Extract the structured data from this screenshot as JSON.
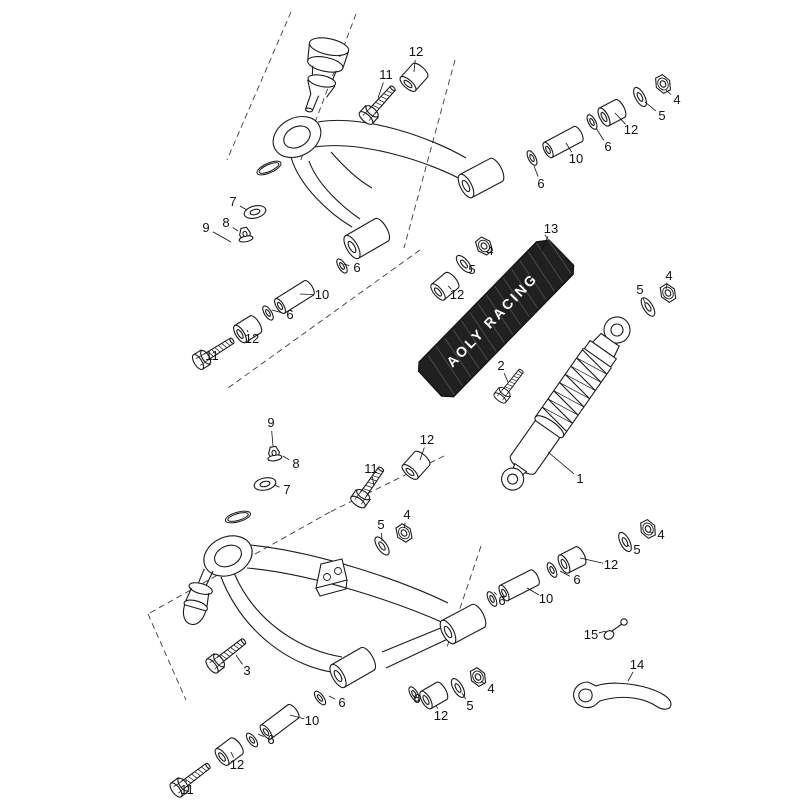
{
  "diagram": {
    "background": "#ffffff",
    "ink": "#1a1a1a",
    "cover_fill": "#202020",
    "brand_text": "AOLY RACING",
    "callouts": [
      {
        "n": "11",
        "t": [
          386,
          75
        ],
        "l": [
          378,
          98
        ]
      },
      {
        "n": "12",
        "t": [
          416,
          52
        ],
        "l": [
          414,
          72
        ]
      },
      {
        "n": "6",
        "t": [
          541,
          184
        ],
        "l": [
          534,
          166
        ]
      },
      {
        "n": "10",
        "t": [
          576,
          159
        ],
        "l": [
          566,
          143
        ]
      },
      {
        "n": "6",
        "t": [
          608,
          147
        ],
        "l": [
          596,
          128
        ]
      },
      {
        "n": "12",
        "t": [
          631,
          130
        ],
        "l": [
          615,
          113
        ]
      },
      {
        "n": "5",
        "t": [
          662,
          116
        ],
        "l": [
          645,
          102
        ]
      },
      {
        "n": "4",
        "t": [
          677,
          100
        ],
        "l": [
          666,
          90
        ]
      },
      {
        "n": "11",
        "t": [
          212,
          356
        ],
        "l": [
          208,
          349
        ]
      },
      {
        "n": "12",
        "t": [
          252,
          339
        ],
        "l": [
          247,
          330
        ]
      },
      {
        "n": "6",
        "t": [
          290,
          315
        ],
        "l": [
          272,
          310
        ]
      },
      {
        "n": "10",
        "t": [
          322,
          295
        ],
        "l": [
          300,
          294
        ]
      },
      {
        "n": "6",
        "t": [
          357,
          268
        ],
        "l": [
          344,
          264
        ]
      },
      {
        "n": "12",
        "t": [
          457,
          295
        ],
        "l": [
          448,
          286
        ]
      },
      {
        "n": "5",
        "t": [
          472,
          270
        ],
        "l": [
          466,
          262
        ]
      },
      {
        "n": "4",
        "t": [
          490,
          251
        ],
        "l": [
          486,
          246
        ]
      },
      {
        "n": "7",
        "t": [
          233,
          202
        ],
        "l": [
          247,
          210
        ]
      },
      {
        "n": "8",
        "t": [
          226,
          223
        ],
        "l": [
          238,
          231
        ]
      },
      {
        "n": "9",
        "t": [
          206,
          228
        ],
        "l": [
          231,
          242
        ]
      },
      {
        "n": "13",
        "t": [
          551,
          229
        ],
        "l": [
          541,
          252
        ]
      },
      {
        "n": "2",
        "t": [
          501,
          366
        ],
        "l": [
          508,
          382
        ]
      },
      {
        "n": "5",
        "t": [
          640,
          290
        ],
        "l": [
          645,
          303
        ]
      },
      {
        "n": "4",
        "t": [
          669,
          276
        ],
        "l": [
          666,
          289
        ]
      },
      {
        "n": "1",
        "t": [
          580,
          479
        ],
        "l": [
          548,
          452
        ]
      },
      {
        "n": "9",
        "t": [
          271,
          423
        ],
        "l": [
          273,
          446
        ]
      },
      {
        "n": "8",
        "t": [
          296,
          464
        ],
        "l": [
          283,
          456
        ]
      },
      {
        "n": "7",
        "t": [
          287,
          490
        ],
        "l": [
          274,
          485
        ]
      },
      {
        "n": "11",
        "t": [
          371,
          469
        ],
        "l": [
          374,
          486
        ]
      },
      {
        "n": "12",
        "t": [
          427,
          440
        ],
        "l": [
          420,
          460
        ]
      },
      {
        "n": "5",
        "t": [
          381,
          525
        ],
        "l": [
          382,
          541
        ]
      },
      {
        "n": "4",
        "t": [
          407,
          515
        ],
        "l": [
          404,
          528
        ]
      },
      {
        "n": "3",
        "t": [
          247,
          671
        ],
        "l": [
          236,
          655
        ]
      },
      {
        "n": "6",
        "t": [
          502,
          601
        ],
        "l": [
          494,
          592
        ]
      },
      {
        "n": "10",
        "t": [
          546,
          599
        ],
        "l": [
          527,
          588
        ]
      },
      {
        "n": "6",
        "t": [
          577,
          580
        ],
        "l": [
          560,
          571
        ]
      },
      {
        "n": "12",
        "t": [
          611,
          565
        ],
        "l": [
          580,
          558
        ]
      },
      {
        "n": "5",
        "t": [
          637,
          550
        ],
        "l": [
          627,
          545
        ]
      },
      {
        "n": "4",
        "t": [
          661,
          535
        ],
        "l": [
          650,
          532
        ]
      },
      {
        "n": "15",
        "t": [
          591,
          635
        ],
        "l": [
          606,
          631
        ]
      },
      {
        "n": "14",
        "t": [
          637,
          665
        ],
        "l": [
          628,
          681
        ]
      },
      {
        "n": "6",
        "t": [
          417,
          699
        ],
        "l": [
          415,
          692
        ]
      },
      {
        "n": "12",
        "t": [
          441,
          716
        ],
        "l": [
          436,
          705
        ]
      },
      {
        "n": "5",
        "t": [
          470,
          706
        ],
        "l": [
          462,
          693
        ]
      },
      {
        "n": "4",
        "t": [
          491,
          689
        ],
        "l": [
          481,
          681
        ]
      },
      {
        "n": "6",
        "t": [
          342,
          703
        ],
        "l": [
          329,
          696
        ]
      },
      {
        "n": "10",
        "t": [
          312,
          721
        ],
        "l": [
          290,
          715
        ]
      },
      {
        "n": "6",
        "t": [
          271,
          740
        ],
        "l": [
          258,
          734
        ]
      },
      {
        "n": "12",
        "t": [
          237,
          765
        ],
        "l": [
          231,
          752
        ]
      },
      {
        "n": "11",
        "t": [
          187,
          790
        ],
        "l": [
          186,
          780
        ]
      }
    ]
  }
}
